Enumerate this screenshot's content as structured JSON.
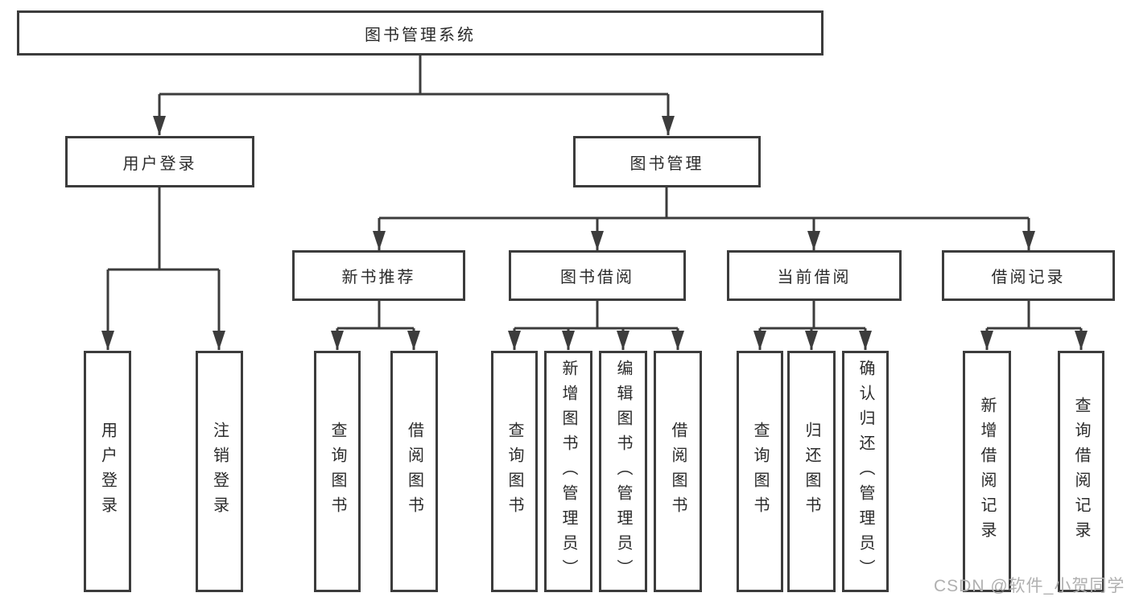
{
  "diagram_type": "hierarchy-tree",
  "tree": {
    "label": "图书管理系统",
    "children": [
      {
        "label": "用户登录",
        "children": [
          {
            "label": "用户登录"
          },
          {
            "label": "注销登录"
          }
        ]
      },
      {
        "label": "图书管理",
        "children": [
          {
            "label": "新书推荐",
            "children": [
              {
                "label": "查询图书"
              },
              {
                "label": "借阅图书"
              }
            ]
          },
          {
            "label": "图书借阅",
            "children": [
              {
                "label": "查询图书"
              },
              {
                "label": "新增图书（管理员）"
              },
              {
                "label": "编辑图书（管理员）"
              },
              {
                "label": "借阅图书"
              }
            ]
          },
          {
            "label": "当前借阅",
            "children": [
              {
                "label": "查询图书"
              },
              {
                "label": "归还图书"
              },
              {
                "label": "确认归还（管理员）"
              }
            ]
          },
          {
            "label": "借阅记录",
            "children": [
              {
                "label": "新增借阅记录"
              },
              {
                "label": "查询借阅记录"
              }
            ]
          }
        ]
      }
    ]
  },
  "watermark": {
    "text": "CSDN @软件_小贺同学"
  },
  "colors": {
    "line": "#3c3c3c",
    "box_border": "#3c3c3c",
    "text": "#2b2b2b",
    "watermark": "#b0b0b0",
    "background": "#ffffff"
  }
}
